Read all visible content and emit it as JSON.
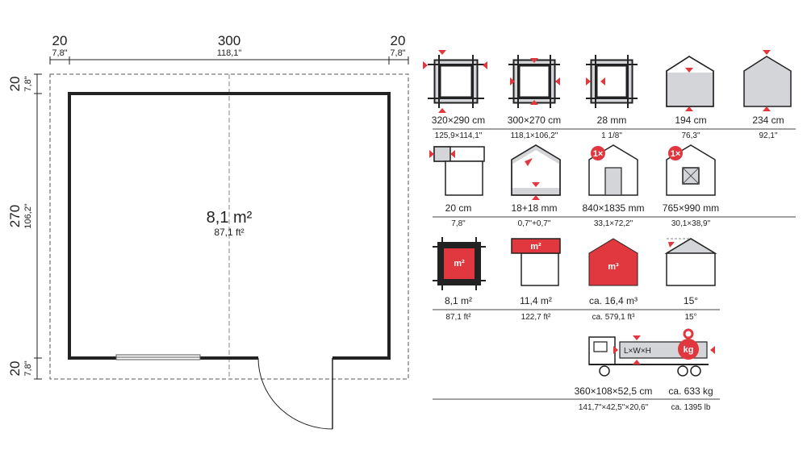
{
  "floorplan": {
    "top_dims": [
      {
        "cm": "20",
        "inch": "7,8\""
      },
      {
        "cm": "300",
        "inch": "118,1\""
      },
      {
        "cm": "20",
        "inch": "7,8\""
      }
    ],
    "left_dims": [
      {
        "cm": "20",
        "inch": "7,8\""
      },
      {
        "cm": "270",
        "inch": "106,2\""
      },
      {
        "cm": "20",
        "inch": "7,8\""
      }
    ],
    "area_m2": "8,1 m²",
    "area_ft2": "87,1 ft²"
  },
  "specs": {
    "row1": [
      {
        "label": "320×290 cm",
        "sub": "125,9×114,1\"",
        "icon": "outer-footprint-icon"
      },
      {
        "label": "300×270 cm",
        "sub": "118,1×106,2\"",
        "icon": "inner-footprint-icon"
      },
      {
        "label": "28 mm",
        "sub": "1  1/8\"",
        "icon": "wall-thickness-icon"
      },
      {
        "label": "194 cm",
        "sub": "76,3\"",
        "icon": "wall-height-icon"
      },
      {
        "label": "234 cm",
        "sub": "92,1\"",
        "icon": "ridge-height-icon"
      }
    ],
    "row2": [
      {
        "label": "20 cm",
        "sub": "7,8\"",
        "icon": "roof-overhang-icon"
      },
      {
        "label": "18+18 mm",
        "sub": "0,7\"+0,7\"",
        "icon": "roof-floor-thickness-icon"
      },
      {
        "label": "840×1835 mm",
        "sub": "33,1×72,2\"",
        "icon": "door-icon",
        "badge": "1×"
      },
      {
        "label": "765×990 mm",
        "sub": "30,1×38,9\"",
        "icon": "window-icon",
        "badge": "1×"
      }
    ],
    "row3": [
      {
        "label": "8,1 m²",
        "sub": "87,1 ft²",
        "icon": "floor-area-icon"
      },
      {
        "label": "11,4 m²",
        "sub": "122,7 ft²",
        "icon": "roof-area-icon",
        "tag": "m²"
      },
      {
        "label": "ca. 16,4 m³",
        "sub": "ca. 579,1 ft³",
        "icon": "volume-icon",
        "tag": "m³"
      },
      {
        "label": "15°",
        "sub": "15°",
        "icon": "roof-pitch-icon"
      }
    ],
    "transport": {
      "label": "360×108×52,5 cm",
      "sub": "141,7\"×42,5\"×20,6\"",
      "box_label": "L×W×H",
      "weight": "ca. 633 kg",
      "weight_sub": "ca. 1395 lb",
      "weight_tag": "kg"
    }
  },
  "colors": {
    "accent": "#e0383e",
    "grey": "#d3d5d8",
    "line": "#222222"
  }
}
